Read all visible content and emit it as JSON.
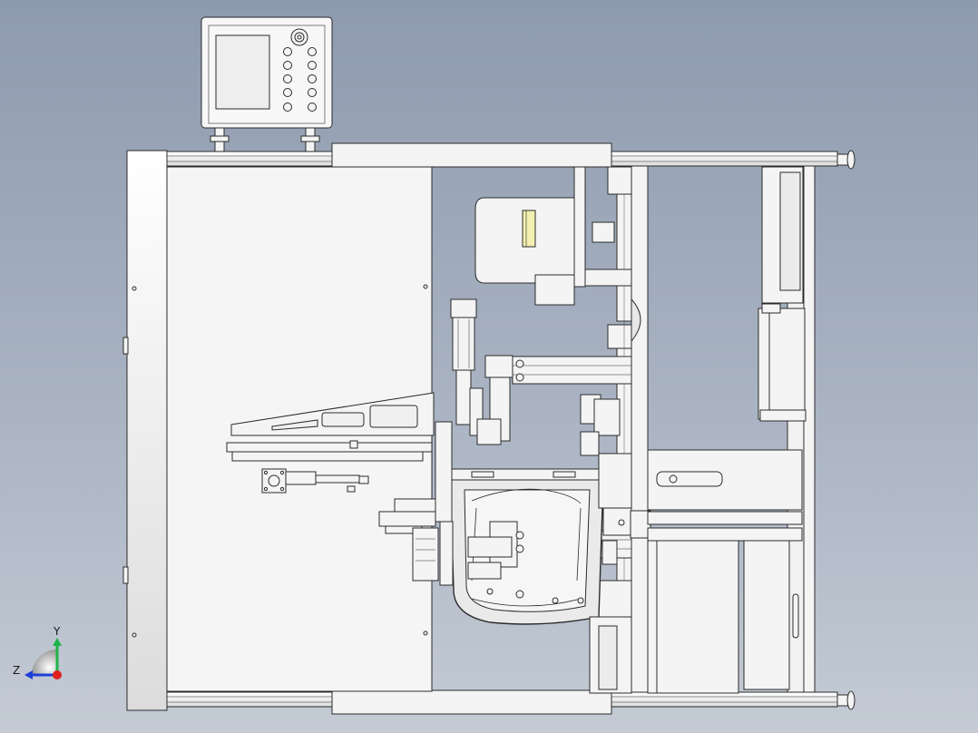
{
  "viewport": {
    "background_top": "#8e9aae",
    "background_bottom": "#c4cbd5"
  },
  "colors": {
    "part_fill": "#f4f4f4",
    "part_fill_dark": "#e0e0e0",
    "edge": "#2b2b2b",
    "screen": "#eeeeee",
    "axis_y": "#1fb34a",
    "axis_z": "#1f3fd6",
    "axis_x": "#e02020"
  },
  "triad": {
    "y_label": "Y",
    "z_label": "Z",
    "x_icon": "x-axis-dot-icon"
  },
  "assemblies": [
    "control-panel",
    "machine-frame",
    "left-cover-plate",
    "motor-unit",
    "gripper-arm",
    "seat-frame-part",
    "right-rack",
    "triad-icon"
  ]
}
